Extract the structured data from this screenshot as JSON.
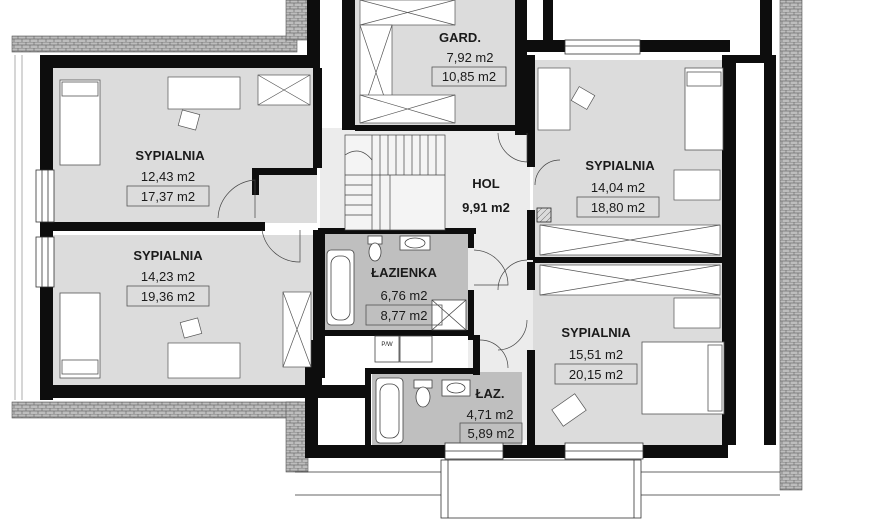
{
  "colors": {
    "wall": "#0d0d0d",
    "floor_room": "#dcdcdc",
    "floor_hall": "#ececec",
    "bathroom": "#bfbfbf",
    "brick": "#9a9a9a",
    "fixture": "#ffffff"
  },
  "rooms": {
    "gard": {
      "name": "GARD.",
      "area_net": "7,92 m2",
      "area_gross": "10,85 m2"
    },
    "sypialnia_nw": {
      "name": "SYPIALNIA",
      "area_net": "12,43 m2",
      "area_gross": "17,37 m2"
    },
    "sypialnia_sw": {
      "name": "SYPIALNIA",
      "area_net": "14,23 m2",
      "area_gross": "19,36 m2"
    },
    "hol": {
      "name": "HOL",
      "area_net": "9,91 m2"
    },
    "lazienka": {
      "name": "ŁAZIENKA",
      "area_net": "6,76 m2",
      "area_gross": "8,77 m2"
    },
    "laz": {
      "name": "ŁAZ.",
      "area_net": "4,71 m2",
      "area_gross": "5,89 m2"
    },
    "sypialnia_ne": {
      "name": "SYPIALNIA",
      "area_net": "14,04 m2",
      "area_gross": "18,80 m2"
    },
    "sypialnia_se": {
      "name": "SYPIALNIA",
      "area_net": "15,51 m2",
      "area_gross": "20,15 m2"
    }
  },
  "labels": {
    "washer": "P/W"
  },
  "icons": [
    "stair-icon",
    "bed-icon",
    "desk-icon",
    "chair-icon",
    "wardrobe-icon",
    "door-swing-icon",
    "bathtub-icon",
    "toilet-icon",
    "sink-icon",
    "shower-icon",
    "chimney-icon",
    "window-icon",
    "balcony-icon"
  ]
}
